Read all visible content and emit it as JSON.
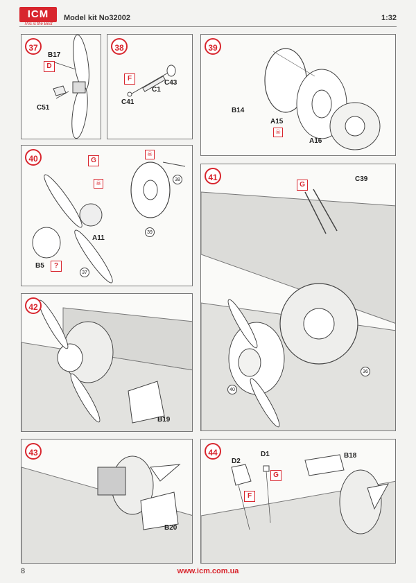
{
  "header": {
    "logo_text": "ICM",
    "logo_tagline": "This is the Best",
    "kit_title": "Model kit No32002",
    "scale": "1:32"
  },
  "steps": {
    "s37": {
      "num": "37",
      "labels": {
        "b17": "B17",
        "d": "D",
        "c51": "C51"
      }
    },
    "s38": {
      "num": "38",
      "labels": {
        "f": "F",
        "c43": "C43",
        "c41": "C41",
        "c1": "C1"
      }
    },
    "s39": {
      "num": "39",
      "labels": {
        "b14": "B14",
        "a15": "A15",
        "a16": "A16"
      }
    },
    "s40": {
      "num": "40",
      "labels": {
        "g": "G",
        "a11": "A11",
        "b5": "B5",
        "q": "?"
      },
      "refs": {
        "r38": "38",
        "r39": "39",
        "r37": "37"
      }
    },
    "s41": {
      "num": "41",
      "labels": {
        "g": "G",
        "c39": "C39"
      },
      "refs": {
        "r40": "40",
        "r36": "36"
      }
    },
    "s42": {
      "num": "42",
      "labels": {
        "b19": "B19"
      }
    },
    "s43": {
      "num": "43",
      "labels": {
        "b20": "B20"
      }
    },
    "s44": {
      "num": "44",
      "labels": {
        "d2": "D2",
        "d1": "D1",
        "g": "G",
        "f": "F",
        "b18": "B18"
      }
    }
  },
  "footer": {
    "page_number": "8",
    "url": "www.icm.com.ua"
  },
  "colors": {
    "accent": "#d8262e",
    "line": "#444444",
    "surface": "#d9d9d6"
  }
}
